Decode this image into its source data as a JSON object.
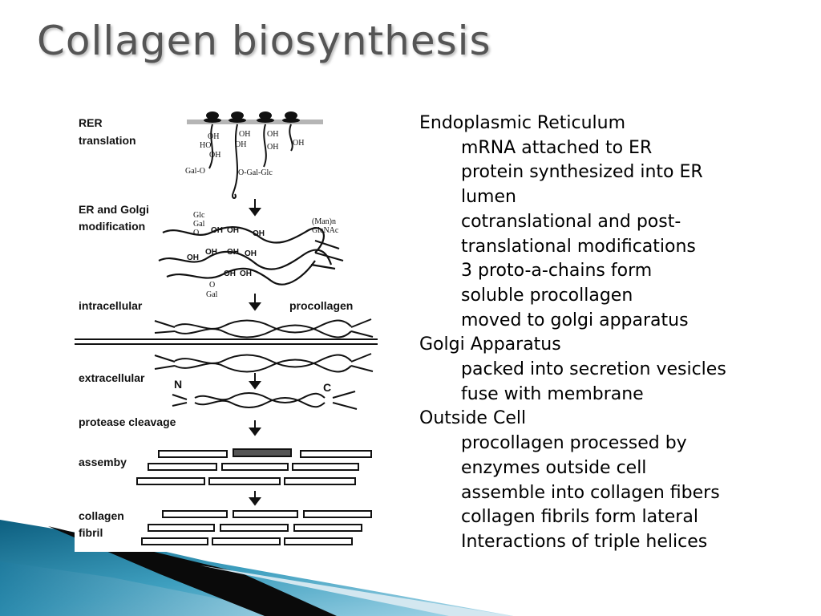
{
  "slide": {
    "title": "Collagen biosynthesis"
  },
  "diagram": {
    "stage_labels": {
      "rer_translation": [
        "RER",
        "translation"
      ],
      "er_golgi": [
        "ER and Golgi",
        "modification"
      ],
      "intracellular": "intracellular",
      "procollagen": "procollagen",
      "extracellular": "extracellular",
      "n_terminus": "N",
      "c_terminus": "C",
      "protease_cleavage": "protease cleavage",
      "assembly": "assemby",
      "collagen_fibril": [
        "collagen",
        "fibril"
      ]
    },
    "chem_labels": {
      "oh": "OH",
      "ho": "HO",
      "gal_o": "Gal-O",
      "o_gal_glc": "O-Gal-Glc",
      "glc": "Glc",
      "gal": "Gal",
      "o": "O",
      "man_n": "(Man)n",
      "glcnac": "GlcNAc"
    }
  },
  "outline": [
    {
      "level": 1,
      "text": "Endoplasmic Reticulum"
    },
    {
      "level": 2,
      "text": "mRNA attached to ER"
    },
    {
      "level": 2,
      "text": "protein synthesized into ER"
    },
    {
      "level": 2,
      "text": "lumen"
    },
    {
      "level": 2,
      "text": "cotranslational and post-"
    },
    {
      "level": 2,
      "text": "translational modifications"
    },
    {
      "level": 2,
      "text": "3 proto-a-chains form"
    },
    {
      "level": 2,
      "text": "soluble procollagen"
    },
    {
      "level": 2,
      "text": "moved to golgi apparatus"
    },
    {
      "level": 1,
      "text": "Golgi Apparatus"
    },
    {
      "level": 2,
      "text": "packed into secretion vesicles"
    },
    {
      "level": 2,
      "text": "fuse with membrane"
    },
    {
      "level": 1,
      "text": "Outside Cell"
    },
    {
      "level": 2,
      "text": "procollagen processed by"
    },
    {
      "level": 2,
      "text": "enzymes outside cell"
    },
    {
      "level": 2,
      "text": "assemble into collagen fibers"
    },
    {
      "level": 2,
      "text": "collagen fibrils form lateral"
    },
    {
      "level": 2,
      "text": "Interactions of triple helices"
    }
  ]
}
